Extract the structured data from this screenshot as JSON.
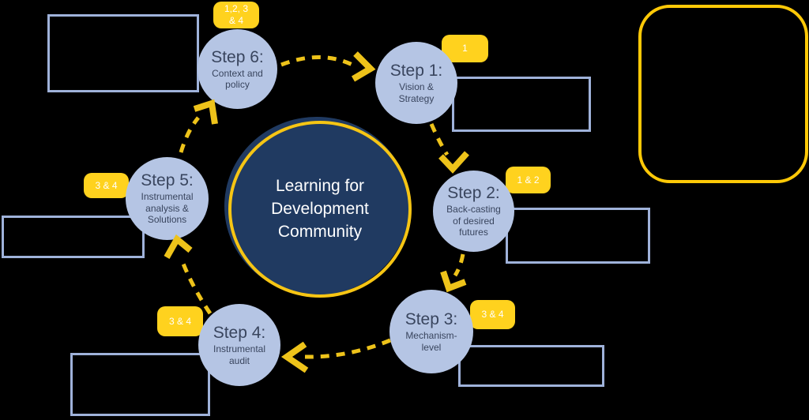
{
  "colors": {
    "background": "#000000",
    "circle_fill": "#b5c5e4",
    "center_fill": "#203a61",
    "ring_yellow": "#f6c514",
    "badge_yellow": "#ffd21e",
    "arrow_yellow": "#eec31a",
    "panel_border": "#ffc907",
    "box_border": "#9fb2da",
    "step_text": "#39455e",
    "center_text": "#ffffff"
  },
  "center_circle": {
    "text": "Learning for\nDevelopment\nCommunity"
  },
  "steps": [
    {
      "label": "Step 1:",
      "sublabel": "Vision &\nStrategy",
      "badge": "1"
    },
    {
      "label": "Step 2:",
      "sublabel": "Back-casting\nof desired\nfutures",
      "badge": "1 & 2"
    },
    {
      "label": "Step 3:",
      "sublabel": "Mechanism-\nlevel",
      "badge": "3 & 4"
    },
    {
      "label": "Step 4:",
      "sublabel": "Instrumental\naudit",
      "badge": "3 & 4"
    },
    {
      "label": "Step 5:",
      "sublabel": "Instrumental\nanalysis &\nSolutions",
      "badge": "3 & 4"
    },
    {
      "label": "Step 6:",
      "sublabel": "Context and\npolicy",
      "badge": "1,2, 3\n& 4"
    }
  ]
}
